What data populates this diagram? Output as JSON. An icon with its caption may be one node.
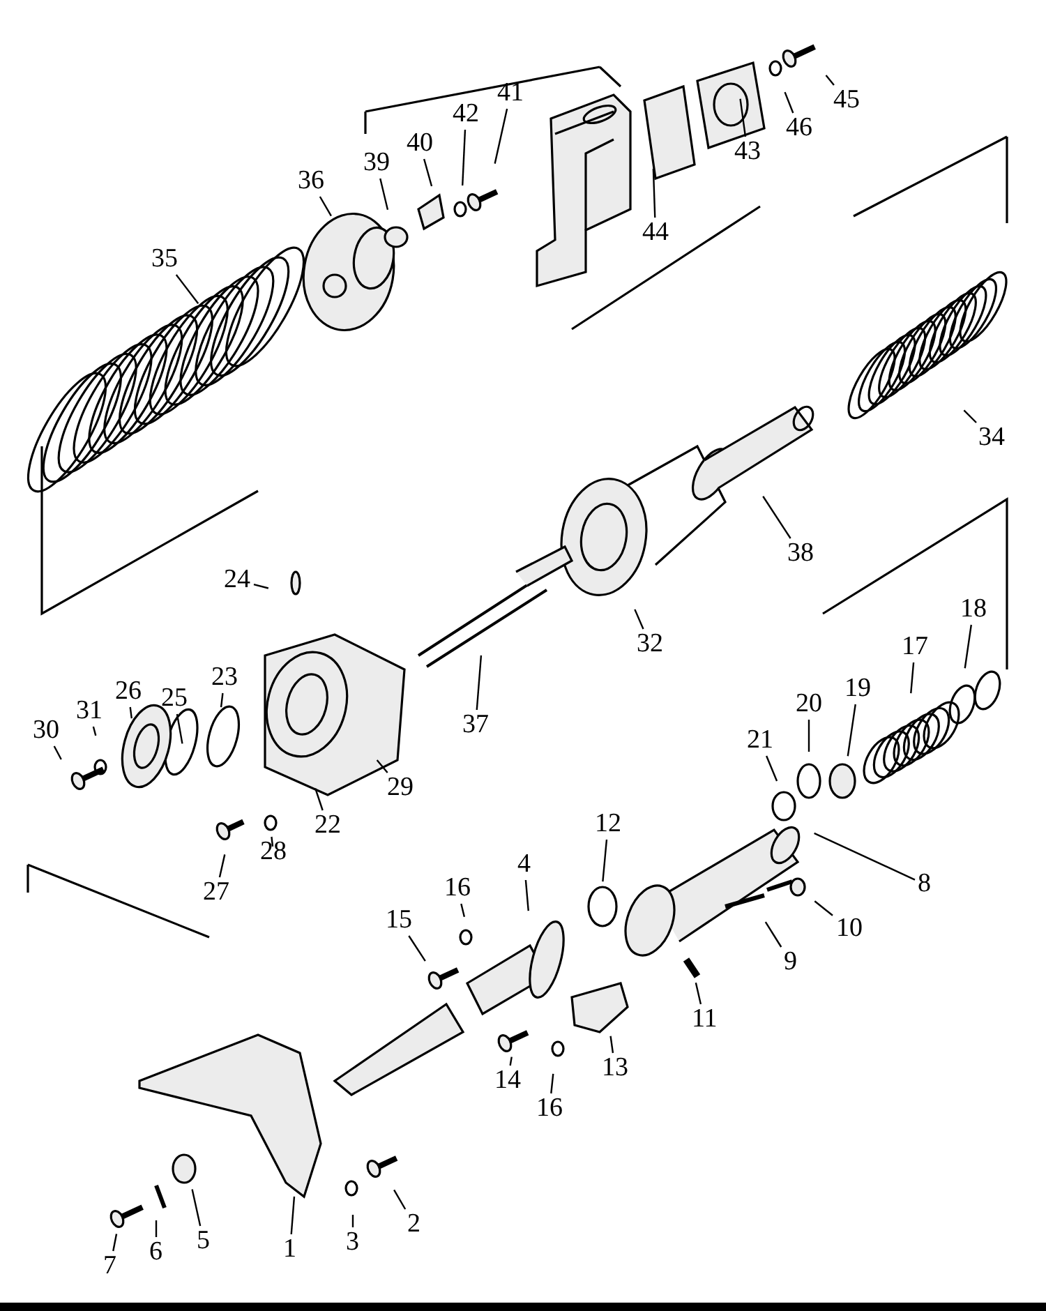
{
  "diagram": {
    "nodes": [
      {
        "text": [
          "45"
        ]
      },
      {
        "text": [
          "46"
        ]
      },
      {
        "text": [
          "41"
        ]
      },
      {
        "text": [
          "42"
        ]
      },
      {
        "text": [
          "40"
        ]
      },
      {
        "text": [
          "39"
        ]
      },
      {
        "text": [
          "43"
        ]
      },
      {
        "text": [
          "36"
        ]
      },
      {
        "text": [
          "44"
        ]
      },
      {
        "text": [
          "35"
        ]
      },
      {
        "text": [
          "34"
        ]
      },
      {
        "text": [
          "38"
        ]
      },
      {
        "text": [
          "24"
        ]
      },
      {
        "text": [
          "32"
        ]
      },
      {
        "text": [
          "18"
        ]
      },
      {
        "text": [
          "17"
        ]
      },
      {
        "text": [
          "23"
        ]
      },
      {
        "text": [
          "25"
        ]
      },
      {
        "text": [
          "26"
        ]
      },
      {
        "text": [
          "31"
        ]
      },
      {
        "text": [
          "19"
        ]
      },
      {
        "text": [
          "20"
        ]
      },
      {
        "text": [
          "21"
        ]
      },
      {
        "text": [
          "30"
        ]
      },
      {
        "text": [
          "37"
        ]
      },
      {
        "text": [
          "29"
        ]
      },
      {
        "text": [
          "22"
        ]
      },
      {
        "text": [
          "28"
        ]
      },
      {
        "text": [
          "27"
        ]
      },
      {
        "text": [
          "12"
        ]
      },
      {
        "text": [
          "4"
        ]
      },
      {
        "text": [
          "16"
        ]
      },
      {
        "text": [
          "8"
        ]
      },
      {
        "text": [
          "15"
        ]
      },
      {
        "text": [
          "10"
        ]
      },
      {
        "text": [
          "9"
        ]
      },
      {
        "text": [
          "11"
        ]
      },
      {
        "text": [
          "13"
        ]
      },
      {
        "text": [
          "14"
        ]
      },
      {
        "text": [
          "16"
        ]
      },
      {
        "text": [
          "2"
        ]
      },
      {
        "text": [
          "5"
        ]
      },
      {
        "text": [
          "3"
        ]
      },
      {
        "text": [
          "1"
        ]
      },
      {
        "text": [
          "6"
        ]
      },
      {
        "text": [
          "7"
        ]
      }
    ],
    "edges": [
      {
        "from": 0,
        "to": null,
        "arrow": "none"
      },
      {
        "from": 1,
        "to": null,
        "arrow": "none"
      },
      {
        "from": 2,
        "to": null,
        "arrow": "none"
      },
      {
        "from": 3,
        "to": null,
        "arrow": "none"
      },
      {
        "from": 4,
        "to": null,
        "arrow": "none"
      },
      {
        "from": 5,
        "to": null,
        "arrow": "none"
      },
      {
        "from": 6,
        "to": null,
        "arrow": "none"
      },
      {
        "from": 7,
        "to": null,
        "arrow": "none"
      },
      {
        "from": 8,
        "to": null,
        "arrow": "none"
      },
      {
        "from": 9,
        "to": null,
        "arrow": "none"
      },
      {
        "from": 10,
        "to": null,
        "arrow": "none"
      },
      {
        "from": 11,
        "to": null,
        "arrow": "none"
      },
      {
        "from": 12,
        "to": null,
        "arrow": "none"
      },
      {
        "from": 13,
        "to": null,
        "arrow": "none"
      },
      {
        "from": 14,
        "to": null,
        "arrow": "none"
      },
      {
        "from": 15,
        "to": null,
        "arrow": "none"
      },
      {
        "from": 16,
        "to": null,
        "arrow": "none"
      },
      {
        "from": 17,
        "to": null,
        "arrow": "none"
      },
      {
        "from": 18,
        "to": null,
        "arrow": "none"
      },
      {
        "from": 19,
        "to": null,
        "arrow": "none"
      },
      {
        "from": 20,
        "to": null,
        "arrow": "none"
      },
      {
        "from": 21,
        "to": null,
        "arrow": "none"
      },
      {
        "from": 22,
        "to": null,
        "arrow": "none"
      },
      {
        "from": 23,
        "to": null,
        "arrow": "none"
      },
      {
        "from": 24,
        "to": null,
        "arrow": "none"
      },
      {
        "from": 25,
        "to": null,
        "arrow": "none"
      },
      {
        "from": 26,
        "to": null,
        "arrow": "none"
      },
      {
        "from": 27,
        "to": null,
        "arrow": "none"
      },
      {
        "from": 28,
        "to": null,
        "arrow": "none"
      },
      {
        "from": 29,
        "to": null,
        "arrow": "none"
      },
      {
        "from": 30,
        "to": null,
        "arrow": "none"
      },
      {
        "from": 31,
        "to": null,
        "arrow": "none"
      },
      {
        "from": 32,
        "to": null,
        "arrow": "none"
      },
      {
        "from": 33,
        "to": null,
        "arrow": "none"
      },
      {
        "from": 34,
        "to": null,
        "arrow": "none"
      },
      {
        "from": 35,
        "to": null,
        "arrow": "none"
      },
      {
        "from": 36,
        "to": null,
        "arrow": "none"
      },
      {
        "from": 37,
        "to": null,
        "arrow": "none"
      },
      {
        "from": 38,
        "to": null,
        "arrow": "none"
      },
      {
        "from": 39,
        "to": null,
        "arrow": "none"
      },
      {
        "from": 40,
        "to": null,
        "arrow": "none"
      },
      {
        "from": 41,
        "to": null,
        "arrow": "none"
      },
      {
        "from": 42,
        "to": null,
        "arrow": "none"
      },
      {
        "from": 43,
        "to": null,
        "arrow": "none"
      },
      {
        "from": 44,
        "to": null,
        "arrow": "none"
      },
      {
        "from": 45,
        "to": null,
        "arrow": "none"
      }
    ]
  }
}
